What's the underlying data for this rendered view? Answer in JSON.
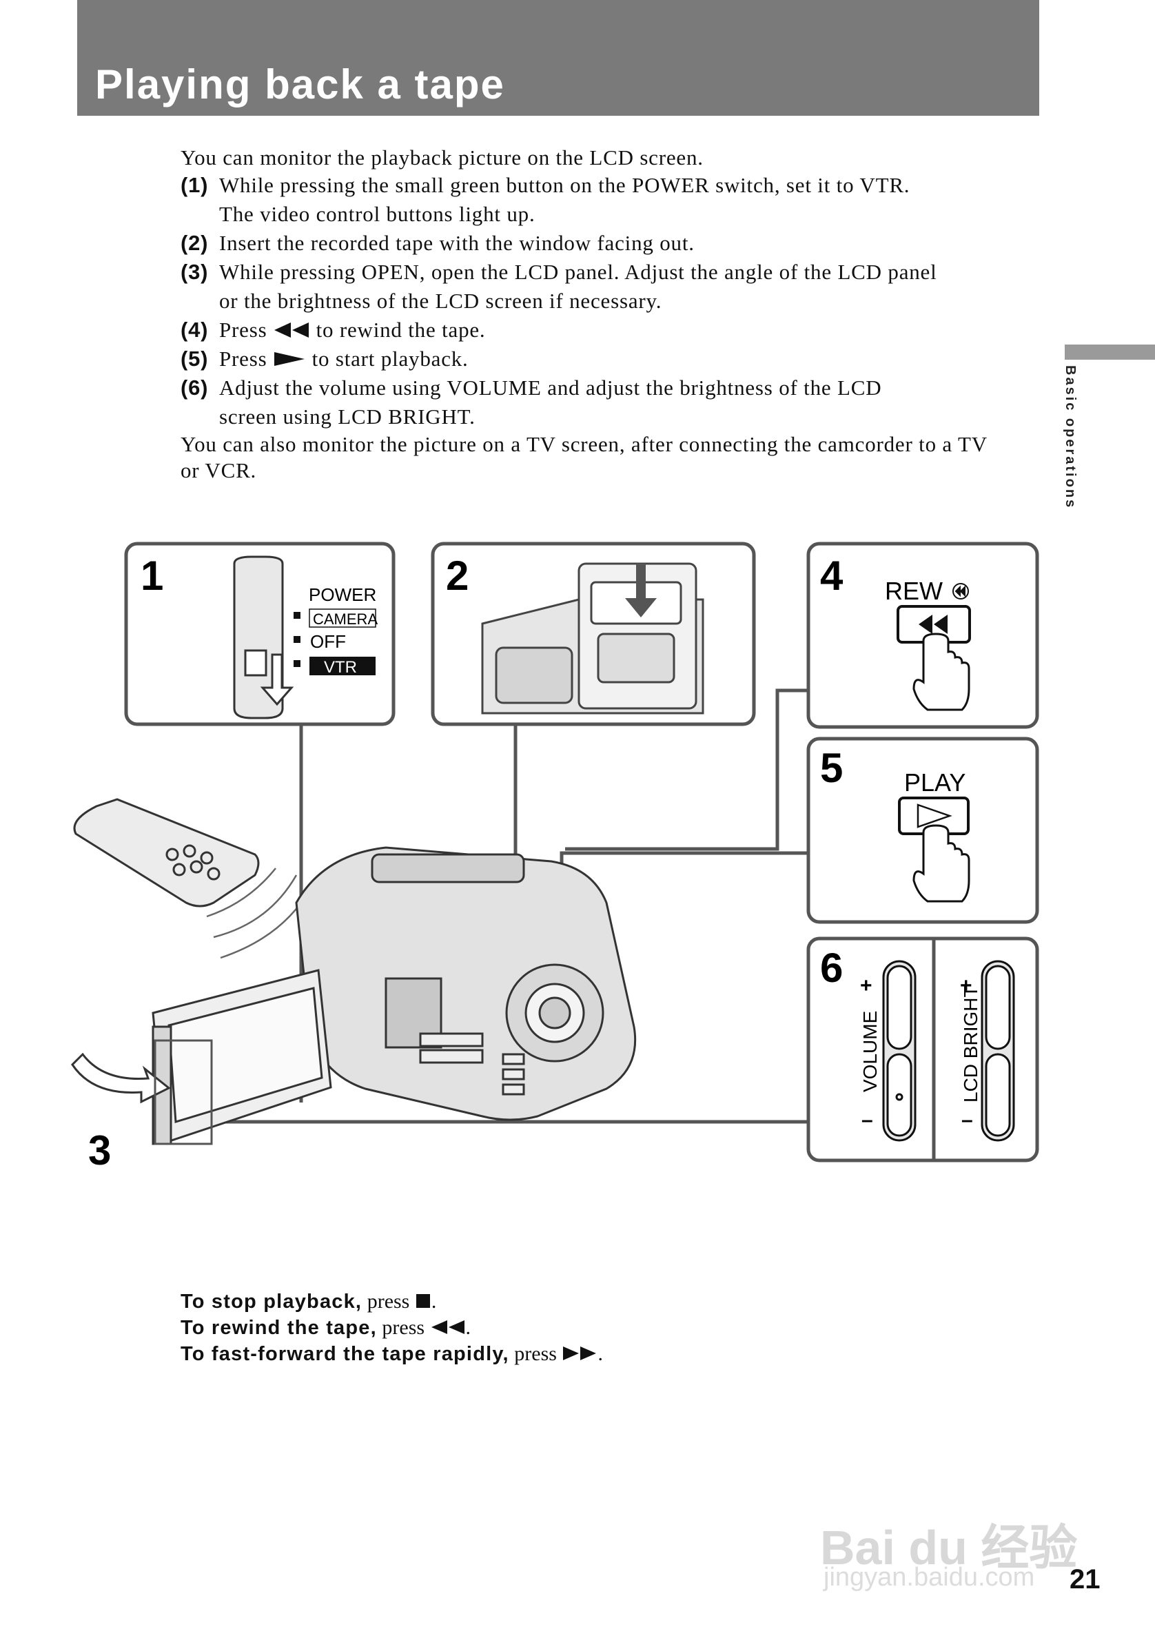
{
  "header": {
    "title": "Playing back a tape"
  },
  "side_tab": {
    "label": "Basic operations"
  },
  "intro": "You can monitor the playback picture on the LCD screen.",
  "steps": [
    {
      "num": "(1)",
      "lines": [
        "While pressing the small green button on the POWER switch, set it to VTR.",
        "The video control buttons light up."
      ]
    },
    {
      "num": "(2)",
      "lines": [
        "Insert the recorded tape with the window facing out."
      ]
    },
    {
      "num": "(3)",
      "lines": [
        "While pressing OPEN, open the LCD panel.  Adjust the angle of the LCD panel",
        "or the brightness of the LCD screen if necessary."
      ]
    },
    {
      "num": "(4)",
      "lines": [
        "Press",
        "to rewind the tape."
      ]
    },
    {
      "num": "(5)",
      "lines": [
        "Press",
        "to start playback."
      ]
    },
    {
      "num": "(6)",
      "lines": [
        "Adjust the volume using VOLUME and adjust the brightness of the LCD",
        "screen using LCD BRIGHT."
      ]
    }
  ],
  "outro": [
    "You can also monitor the picture on a TV screen, after connecting the camcorder to a TV",
    "or VCR."
  ],
  "figure": {
    "panel1": {
      "number": "1",
      "power": "POWER",
      "camera": "CAMERA",
      "off": "OFF",
      "vtr": "VTR"
    },
    "panel2": {
      "number": "2"
    },
    "panel3": {
      "number": "3"
    },
    "panel4": {
      "number": "4",
      "label": "REW"
    },
    "panel5": {
      "number": "5",
      "label": "PLAY"
    },
    "panel6": {
      "number": "6",
      "volume": "VOLUME",
      "lcd_bright": "LCD BRIGHT",
      "plus": "+",
      "minus": "–"
    }
  },
  "bottom": [
    {
      "bold": "To stop playback,",
      "rest": " press",
      "end": "."
    },
    {
      "bold": "To rewind the tape,",
      "rest": " press",
      "end": "."
    },
    {
      "bold": "To fast-forward the tape rapidly,",
      "rest": " press",
      "end": "."
    }
  ],
  "watermark": {
    "main": "Bai du 经验",
    "sub": "jingyan.baidu.com"
  },
  "page_number": "21"
}
